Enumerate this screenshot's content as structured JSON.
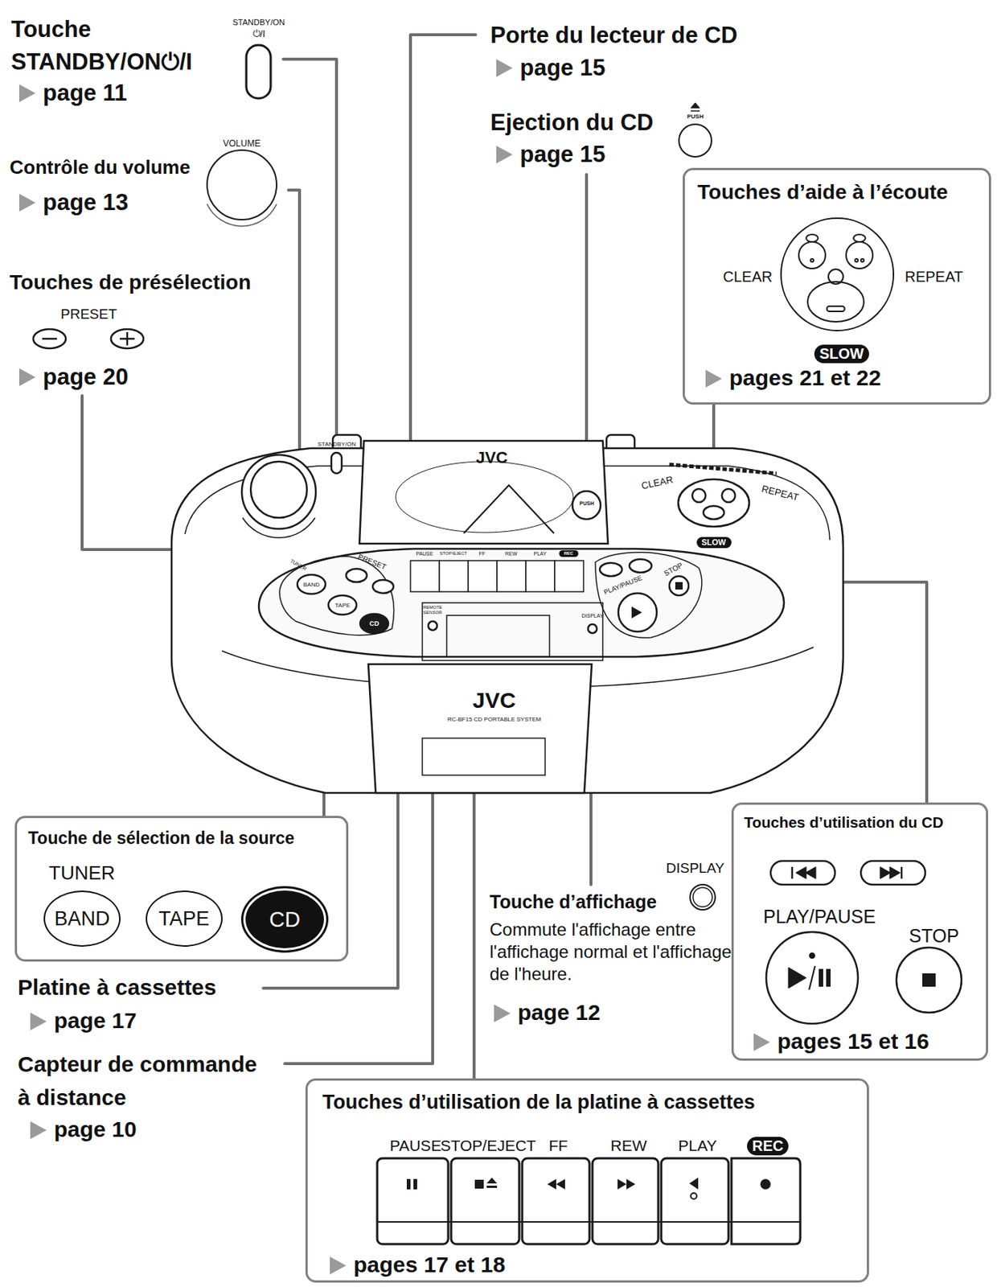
{
  "diagram": {
    "nodes": [
      {
        "text": [
          "Touches d’aide à l’écoute",
          "CLEAR",
          "REPEAT",
          "SLOW",
          "pages 21 et 22"
        ]
      },
      {
        "text": [
          "Touche de sélection de la source",
          "TUNER"
        ]
      },
      {
        "text": [
          "BAND"
        ],
        "in": 1
      },
      {
        "text": [
          "TAPE"
        ],
        "in": 1
      },
      {
        "text": [
          "CD"
        ],
        "in": 1
      },
      {
        "text": [
          "Touches d’utilisation du CD",
          "PLAY/PAUSE",
          "STOP",
          "pages 15 et 16"
        ]
      },
      {
        "text": [
          "Touches d’utilisation de la platine à cassettes",
          "PAUSE",
          "STOP/EJECT",
          "FF",
          "REW",
          "PLAY",
          "REC",
          "pages 17 et 18"
        ]
      }
    ],
    "labels": [
      "Touche STANDBY/ON⏻/I",
      "page 11",
      "STANDBY/ON",
      "⏻/I",
      "Contrôle du volume",
      "page 13",
      "VOLUME",
      "Touches de présélection",
      "PRESET",
      "page 20",
      "Porte du lecteur de CD",
      "page 15",
      "Ejection du CD",
      "page 15",
      "PUSH",
      "JVC",
      "STANDBY/ON",
      "PUSH",
      "CLEAR",
      "REPEAT",
      "SLOW",
      "PRESET",
      "TUNER",
      "BAND",
      "TAPE",
      "CD",
      "PAUSE",
      "STOP/EJECT",
      "FF",
      "REW",
      "PLAY",
      "REC",
      "PLAY/PAUSE",
      "STOP",
      "DISPLAY",
      "REMOTE SENSOR",
      "JVC",
      "RC-BF15 CD PORTABLE SYSTEM",
      "Platine à cassettes",
      "page 17",
      "Capteur de commande à distance",
      "page 10",
      "DISPLAY",
      "Touche d’affichage",
      "Commute l'affichage entre l'affichage normal et l'affichage de l'heure.",
      "page 12"
    ]
  }
}
